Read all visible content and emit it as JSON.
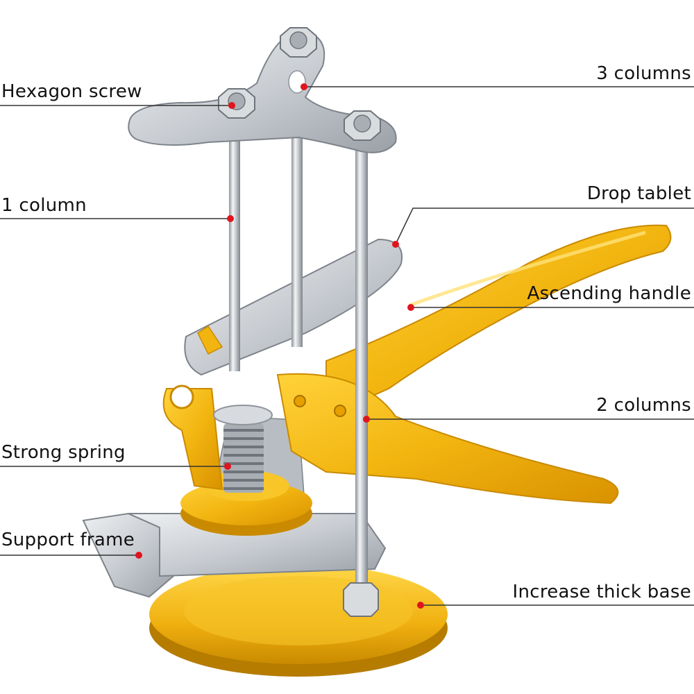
{
  "labels": {
    "hexagon_screw": "Hexagon screw",
    "one_column": "1 column",
    "strong_spring": "Strong spring",
    "support_frame": "Support frame",
    "three_columns": "3 columns",
    "drop_tablet": "Drop tablet",
    "ascending_handle": "Ascending handle",
    "two_columns": "2 columns",
    "increase_thick_base": "Increase thick base"
  },
  "colors": {
    "metal": "#c9cdd2",
    "metal_dark": "#8e949b",
    "yellow": "#f2b510",
    "yellow_dark": "#c98a00",
    "dot": "#e0141e",
    "leader": "#333333"
  }
}
